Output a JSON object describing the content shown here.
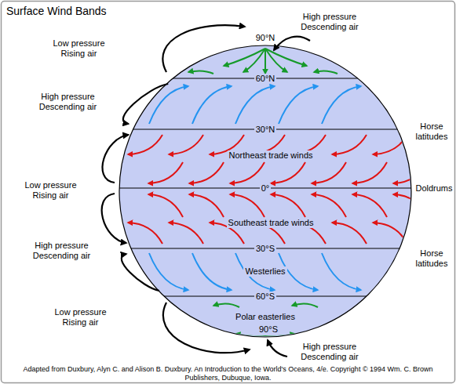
{
  "diagram": {
    "title": "Surface Wind Bands",
    "caption": "Adapted from Duxbury, Alyn C. and Alison B. Duxbury. An Introduction to the World's Oceans, 4/e. Copyright © 1994 Wm. C. Brown Publishers, Dubuque, Iowa.",
    "labels": [
      "High pressure Descending air",
      "90°N",
      "Low pressure Rising air",
      "60°N",
      "High pressure Descending air",
      "30°N",
      "Horse latitudes",
      "Northeast trade winds",
      "Low pressure Rising air",
      "0°",
      "Doldrums",
      "Southeast trade winds",
      "High pressure Descending air",
      "30°S",
      "Horse latitudes",
      "Westerlies",
      "60°S",
      "Low pressure Rising air",
      "Polar easterlies",
      "90°S",
      "High pressure Descending air"
    ]
  }
}
